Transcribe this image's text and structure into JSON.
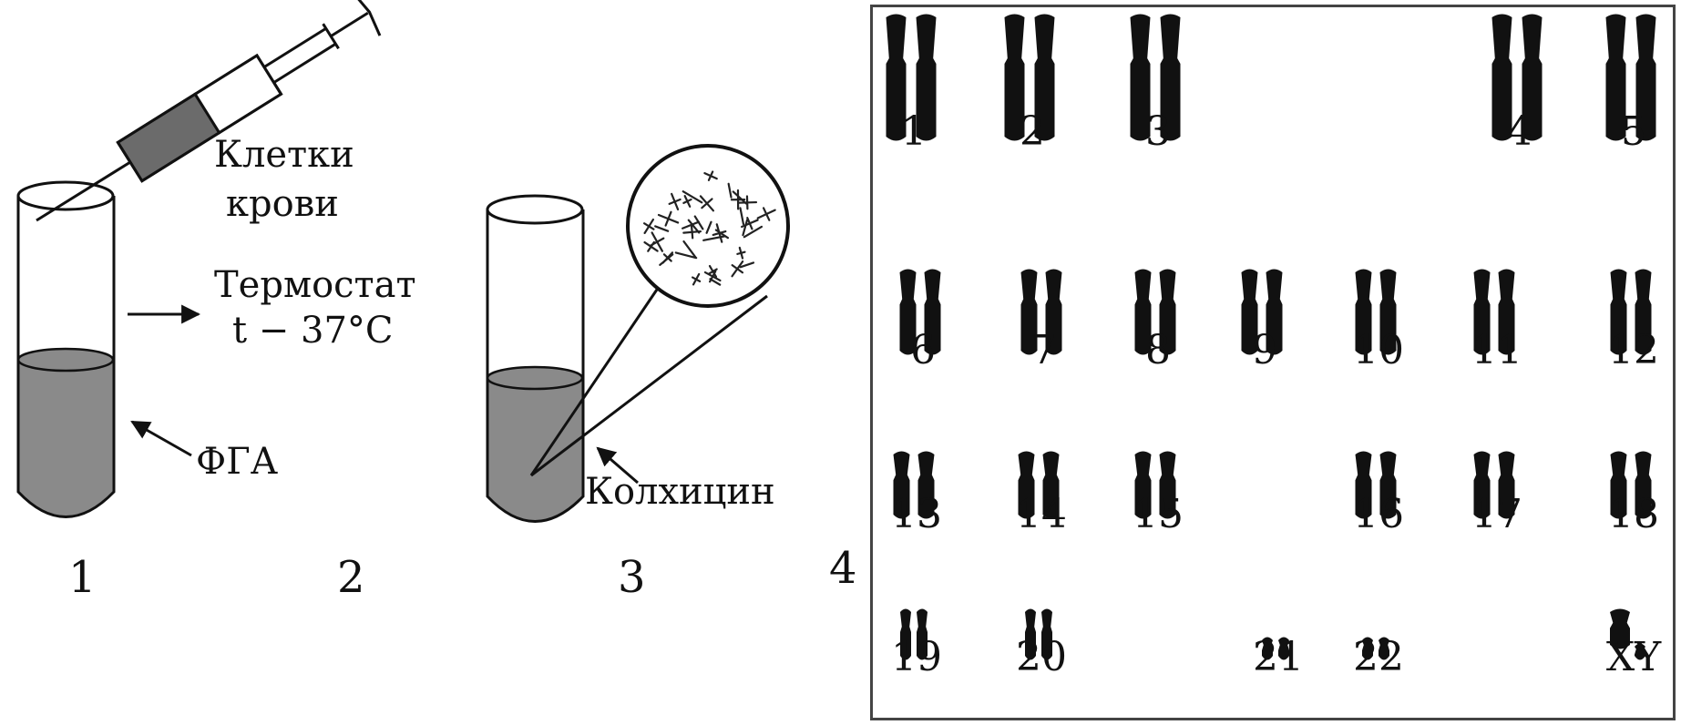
{
  "steps": [
    "1",
    "2",
    "3",
    "4"
  ],
  "labels": {
    "blood_cells_line1": "Клетки",
    "blood_cells_line2": "крови",
    "thermostat_line1": "Термостат",
    "thermostat_line2": "t − 37°C",
    "pha": "ФГА",
    "colchicine": "Колхицин"
  },
  "karyotype": {
    "rows": [
      [
        "1",
        "2",
        "3",
        "4",
        "5"
      ],
      [
        "6",
        "7",
        "8",
        "9",
        "10",
        "11",
        "12"
      ],
      [
        "13",
        "14",
        "15",
        "16",
        "17",
        "18"
      ],
      [
        "19",
        "20",
        "21",
        "22",
        "XY"
      ]
    ]
  },
  "colors": {
    "ink": "#111111",
    "fill": "#8a8a8a",
    "border": "#444444"
  }
}
